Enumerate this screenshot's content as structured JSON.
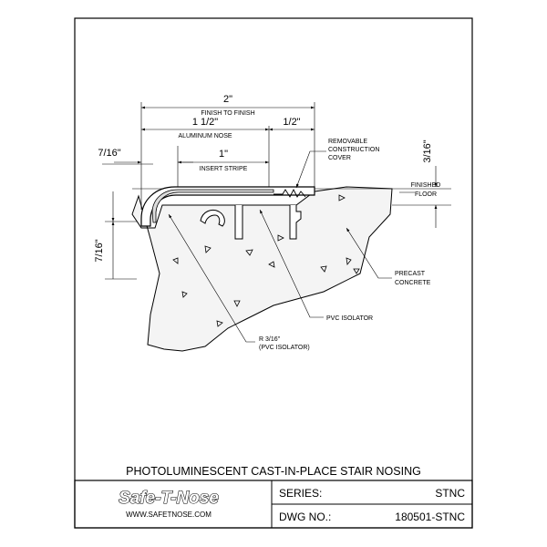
{
  "dimensions": {
    "overall": "2\"",
    "overall_caption": "FINISH TO FINISH",
    "nose": "1 1/2\"",
    "nose_caption": "ALUMINUM NOSE",
    "right_gap": "1/2\"",
    "stripe": "1\"",
    "stripe_caption": "INSERT STRIPE",
    "left_offset": "7/16\"",
    "depth": "7/16\"",
    "height": "3/16\""
  },
  "callouts": {
    "cover": [
      "REMOVABLE",
      "CONSTRUCTION",
      "COVER"
    ],
    "floor": [
      "FINISHED",
      "FLOOR"
    ],
    "concrete": [
      "PRECAST",
      "CONCRETE"
    ],
    "isolator": "PVC ISOLATOR",
    "radius": [
      "R 3/16\"",
      "(PVC ISOLATOR)"
    ]
  },
  "drawing_title": "PHOTOLUMINESCENT CAST-IN-PLACE STAIR NOSING",
  "title_block": {
    "logo": "Safe-T-Nose",
    "website": "WWW.SAFETNOSE.COM",
    "series_label": "SERIES:",
    "series_value": "STNC",
    "dwg_label": "DWG NO.:",
    "dwg_value": "180501-STNC"
  }
}
